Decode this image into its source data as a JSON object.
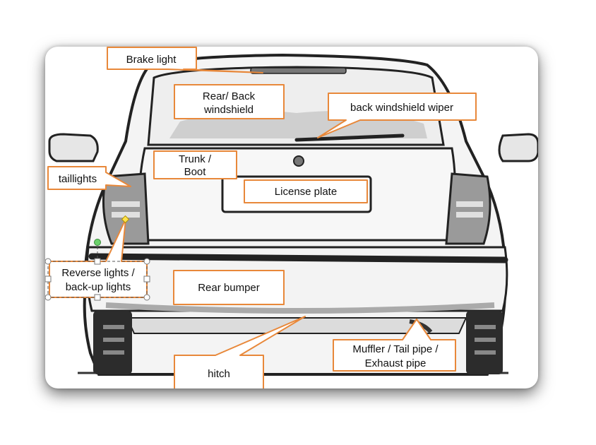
{
  "labels": {
    "brake_light": "Brake light",
    "rear_windshield_line1": "Rear/ Back",
    "rear_windshield_line2": "windshield",
    "wiper": "back windshield wiper",
    "trunk_line1": "Trunk /",
    "trunk_line2": "Boot",
    "taillights": "taillights",
    "license_plate": "License plate",
    "reverse_line1": "Reverse lights /",
    "reverse_line2": "back-up lights",
    "rear_bumper": "Rear bumper",
    "hitch": "hitch",
    "muffler_line1": "Muffler / Tail pipe /",
    "muffler_line2": "Exhaust pipe"
  },
  "colors": {
    "callout_border": "#E8883A",
    "callout_fill": "#ffffff",
    "outline": "#222222",
    "body_grey": "#b9b9b9",
    "dark_grey": "#555555",
    "selection_handle_green": "#6bd16b",
    "selection_handle_yellow": "#ffe24a"
  }
}
